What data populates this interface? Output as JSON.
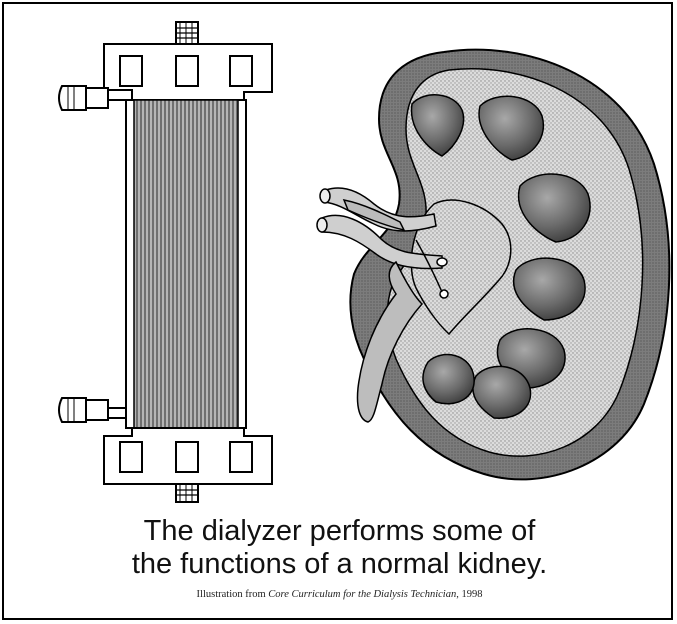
{
  "caption": {
    "line1": "The dialyzer performs some of",
    "line2": "the functions of a normal kidney."
  },
  "credit": {
    "prefix": "Illustration from ",
    "title": "Core Curriculum for the Dialysis Technician",
    "suffix": ", 1998"
  },
  "colors": {
    "line": "#000000",
    "fiber_dark": "#6f6f6f",
    "fiber_light": "#b5b5b5",
    "kidney_cortex": "#7a7a7a",
    "kidney_inner": "#cfcfcf",
    "pyramid_dark": "#555555",
    "pyramid_light": "#a6a6a6"
  },
  "icons": {
    "dialyzer": "dialyzer-icon",
    "kidney": "kidney-icon"
  }
}
